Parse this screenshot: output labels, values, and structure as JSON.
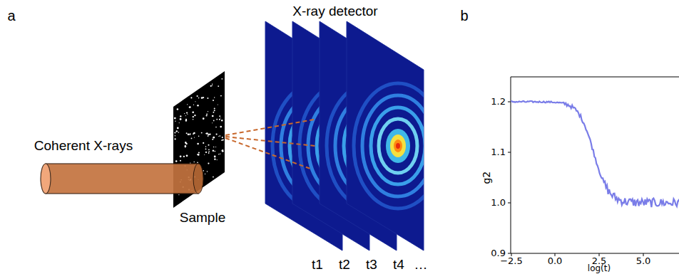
{
  "diagram": {
    "labels": [
      "a",
      "Coherent X-rays",
      "X-ray detector",
      "Sample",
      "t1",
      "t2",
      "t3",
      "t4",
      "…",
      "b",
      "1.2",
      "1.1",
      "1.0",
      "0.9",
      "−2.5",
      "0.0",
      "2.5",
      "5.0",
      "log(t)",
      "g2"
    ]
  }
}
